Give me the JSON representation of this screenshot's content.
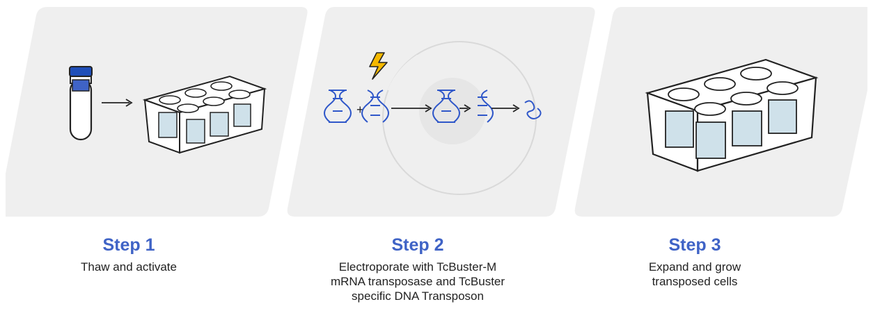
{
  "steps": [
    {
      "title": "Step 1",
      "desc_lines": [
        "Thaw and activate"
      ]
    },
    {
      "title": "Step 2",
      "desc_lines": [
        "Electroporate with TcBuster-M",
        "mRNA transposase and TcBuster",
        "specific DNA Transposon"
      ]
    },
    {
      "title": "Step 3",
      "desc_lines": [
        "Expand and grow",
        "transposed cells"
      ]
    }
  ],
  "colors": {
    "panel": "#efefef",
    "accent_blue": "#3f63c6",
    "dna_blue": "#2f57c9",
    "well_fill": "#cfe1ea",
    "bolt": "#f5b800",
    "tube_cap": "#1f4fb8",
    "line": "#222222"
  }
}
